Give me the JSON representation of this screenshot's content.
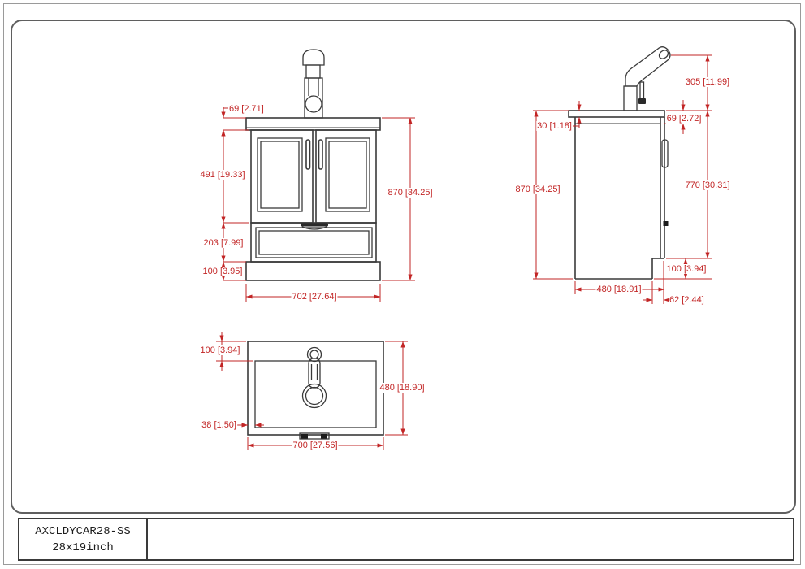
{
  "page": {
    "title_block": {
      "model_number": "AXCLDYCAR28-SS",
      "size": "28x19inch"
    },
    "colors": {
      "dimension_red": "#c22525",
      "drawing_line": "#3a3a3a"
    }
  },
  "dimensions": {
    "front": {
      "counter_height": "69 [2.71]",
      "door_height": "491 [19.33]",
      "drawer_height": "203 [7.99]",
      "base_height": "100 [3.95]",
      "overall_height": "870 [34.25]",
      "overall_width": "702 [27.64]"
    },
    "side": {
      "faucet_height": "305 [11.99]",
      "counter_thickness": "30 [1.18]",
      "counter_edge_height": "69 [2.72]",
      "overall_height": "870 [34.25]",
      "cabinet_height": "770 [30.31]",
      "toe_kick_height": "100 [3.94]",
      "depth": "480 [18.91]",
      "toe_kick_recess": "62 [2.44]"
    },
    "top": {
      "back_rim": "100 [3.94]",
      "front_rim": "38 [1.50]",
      "depth": "480 [18.90]",
      "width": "700 [27.56]"
    }
  }
}
